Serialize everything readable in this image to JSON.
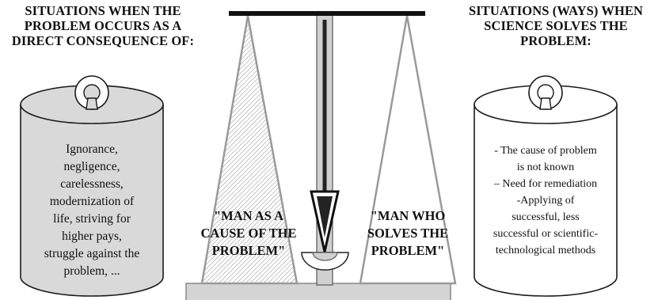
{
  "left_heading": {
    "lines": [
      "SITUATIONS WHEN THE",
      "PROBLEM OCCURS AS A",
      "DIRECT CONSEQUENCE OF:"
    ]
  },
  "right_heading": {
    "lines": [
      "SITUATIONS (WAYS) WHEN",
      "SCIENCE SOLVES THE",
      "PROBLEM:"
    ]
  },
  "left_weight": {
    "lines": [
      "Ignorance,",
      "negligence,",
      "carelessness,",
      "modernization of",
      "life, striving for",
      "higher pays,",
      "struggle against the",
      "problem, ..."
    ]
  },
  "right_weight": {
    "lines": [
      "- The cause of problem",
      "is not known",
      "– Need for remediation",
      "-Applying of",
      "successful, less",
      "successful or scientific-",
      "technological methods"
    ]
  },
  "left_pan": {
    "lines": [
      "\"MAN AS A",
      "CAUSE OF THE",
      "PROBLEM\""
    ]
  },
  "right_pan": {
    "lines": [
      "\"MAN WHO",
      "SOLVES THE",
      "PROBLEM\""
    ]
  },
  "colors": {
    "left_fill": "#d9d9d9",
    "right_fill": "#ffffff",
    "outline": "#1a1a1a",
    "pan_outline": "#9a9a9a",
    "base_fill": "#d4d4d4"
  }
}
